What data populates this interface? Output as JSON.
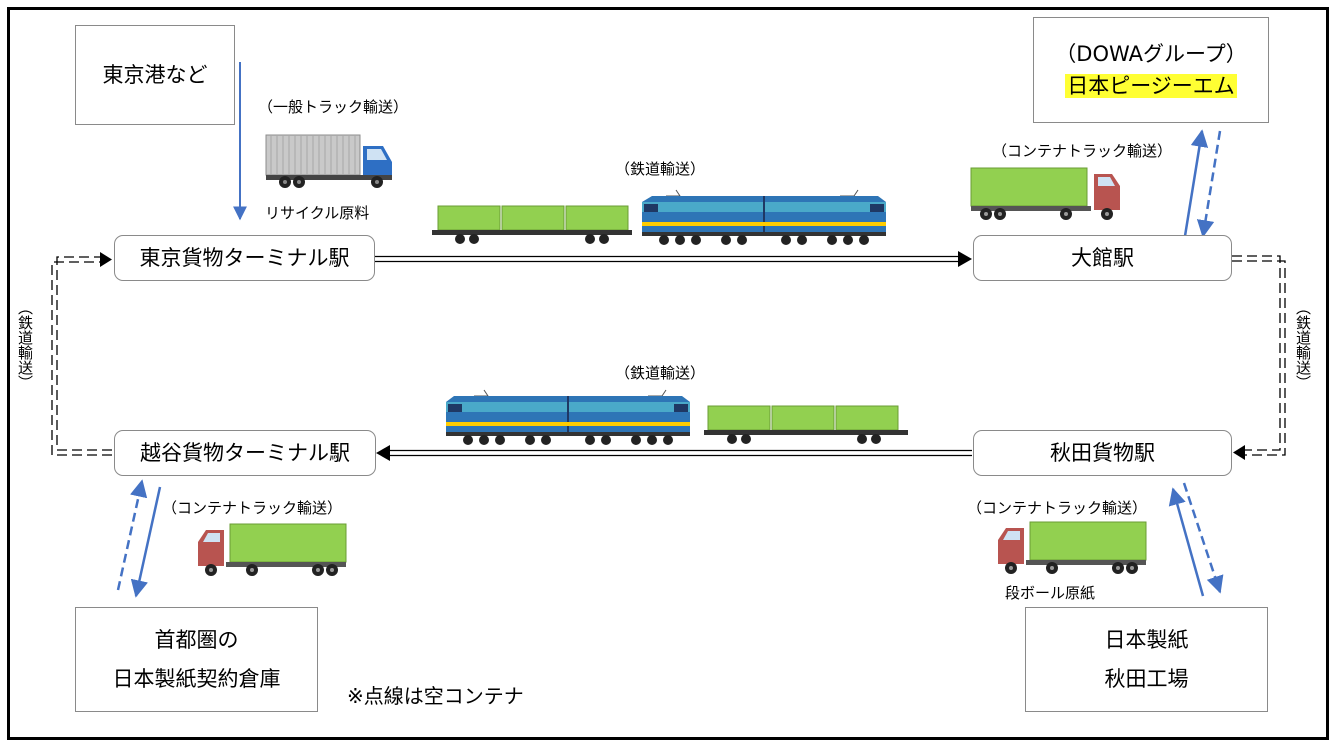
{
  "nodes": {
    "tokyo_port": "東京港など",
    "dowa_group": "（DOWAグループ）",
    "nihon_pgm": "日本ピージーエム",
    "tokyo_terminal": "東京貨物ターミナル駅",
    "odate": "大館駅",
    "koshigaya_terminal": "越谷貨物ターミナル駅",
    "akita_freight": "秋田貨物駅",
    "warehouse_line1": "首都圏の",
    "warehouse_line2": "日本製紙契約倉庫",
    "mill_line1": "日本製紙",
    "mill_line2": "秋田工場"
  },
  "labels": {
    "general_truck": "（一般トラック輸送）",
    "recycle_material": "リサイクル原料",
    "rail_top": "（鉄道輸送）",
    "rail_bottom": "（鉄道輸送）",
    "container_truck_odate": "（コンテナトラック輸送）",
    "container_truck_koshigaya": "（コンテナトラック輸送）",
    "container_truck_akita": "（コンテナトラック輸送）",
    "cardboard_material": "段ボール原紙",
    "rail_left": "（鉄道輸送）",
    "rail_right": "（鉄道輸送）",
    "note": "※点線は空コンテナ"
  },
  "colors": {
    "arrow_blue": "#4472c4",
    "container_green": "#92d050",
    "locomotive_blue": "#2e75b6",
    "truck_cab_red": "#b85450",
    "highlight_yellow": "#ffff33"
  }
}
